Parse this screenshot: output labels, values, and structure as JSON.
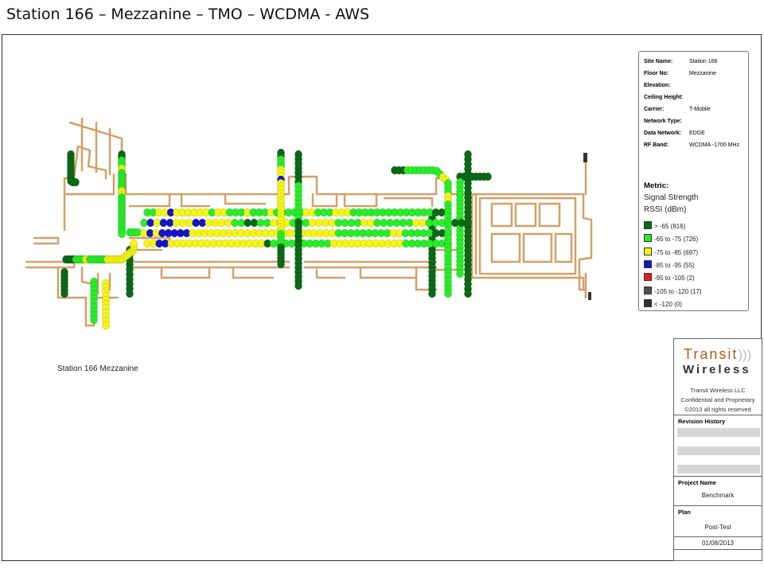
{
  "slide_title": "Station 166 – Mezzanine – TMO – WCDMA - AWS",
  "plan_caption": "Station 166 Mezzanine",
  "site_info": [
    {
      "key": "Site Name:",
      "value": "Station 166"
    },
    {
      "key": "Floor No:",
      "value": "Mezzanine"
    },
    {
      "key": "Elevation:",
      "value": ""
    },
    {
      "key": "Ceiling Height:",
      "value": ""
    },
    {
      "key": "Carrier:",
      "value": "T-Mobile"
    },
    {
      "key": "Network Type:",
      "value": ""
    },
    {
      "key": "Data Network:",
      "value": "EDGE"
    },
    {
      "key": "RF Band:",
      "value": "WCDMA -1700 MHz"
    }
  ],
  "metric": {
    "heading": "Metric:",
    "name_line1": "Signal Strength",
    "name_line2": "RSSI (dBm)"
  },
  "legend": [
    {
      "label": "> -65 (816)",
      "color": "#0b6a16"
    },
    {
      "label": "-65 to -75 (726)",
      "color": "#28ee28"
    },
    {
      "label": "-75 to -85 (697)",
      "color": "#f6f615"
    },
    {
      "label": "-85 to -95 (55)",
      "color": "#1515c8"
    },
    {
      "label": "-95 to -105 (2)",
      "color": "#ee1b1b"
    },
    {
      "label": "-105 to -120 (17)",
      "color": "#505050"
    },
    {
      "label": "< -120 (0)",
      "color": "#303030"
    }
  ],
  "title_block": {
    "logo_word1": "Transit",
    "logo_word2": "Wireless",
    "company": "Transit Wireless LLC",
    "confidential": "Confidential and Proprietary",
    "copyright": "©2013 all rights reserved",
    "revision_label": "Revision History",
    "project_label": "Project Name",
    "project_value": "Benchmark",
    "plan_label": "Plan",
    "plan_value": "Post-Test",
    "date_value": "01/08/2013"
  },
  "colors": {
    "wall": "#d4a068",
    "wall_dark": "#c08344",
    "logo_orange": "#b55a21"
  },
  "traces": [
    {
      "levels": [
        "g",
        "g",
        "y",
        "y",
        "b",
        "y",
        "y",
        "y",
        "y",
        "y",
        "y",
        "g",
        "y",
        "y",
        "g",
        "g",
        "g",
        "y",
        "g",
        "g",
        "g",
        "y",
        "g",
        "g",
        "g",
        "g",
        "g",
        "y",
        "y",
        "g",
        "g",
        "g",
        "y",
        "y",
        "y",
        "g",
        "g",
        "g",
        "g",
        "g",
        "g",
        "g",
        "g",
        "g",
        "g",
        "g",
        "g",
        "g",
        "g",
        "G",
        "G"
      ],
      "path": "r1"
    },
    {
      "levels": [
        "g",
        "b",
        "y",
        "b",
        "b",
        "y",
        "y",
        "y",
        "b",
        "b",
        "y",
        "y",
        "y",
        "y",
        "g",
        "g",
        "G",
        "G",
        "g",
        "g",
        "y",
        "y",
        "y",
        "g",
        "g",
        "g",
        "y",
        "y",
        "y",
        "y",
        "g",
        "g",
        "g",
        "g",
        "y",
        "y",
        "g",
        "g",
        "g",
        "g",
        "g",
        "g",
        "y",
        "y",
        "g",
        "g",
        "g",
        "g",
        "G",
        "G",
        "G"
      ],
      "path": "r2"
    },
    {
      "levels": [
        "y",
        "b",
        "y",
        "b",
        "b",
        "b",
        "b",
        "b",
        "y",
        "y",
        "y",
        "y",
        "y",
        "y",
        "y",
        "y",
        "y",
        "y",
        "y",
        "y",
        "y",
        "y",
        "y",
        "y",
        "y",
        "y",
        "y",
        "y",
        "y",
        "y",
        "y",
        "y",
        "g",
        "g",
        "g",
        "g",
        "g",
        "g",
        "g",
        "g",
        "g",
        "y",
        "y",
        "g",
        "g",
        "g",
        "g",
        "g",
        "G",
        "G",
        "G"
      ],
      "path": "r3"
    },
    {
      "levels": [
        "y",
        "y",
        "b",
        "b",
        "y",
        "y",
        "y",
        "y",
        "y",
        "y",
        "y",
        "y",
        "y",
        "y",
        "y",
        "y",
        "y",
        "y",
        "y",
        "y",
        "G",
        "g",
        "g",
        "g",
        "g",
        "g",
        "g",
        "g",
        "g",
        "g",
        "g",
        "y",
        "y",
        "y",
        "y",
        "y",
        "y",
        "y",
        "y",
        "y",
        "y",
        "y",
        "y",
        "g",
        "g",
        "g",
        "g",
        "g",
        "g",
        "g",
        "G"
      ],
      "path": "r4"
    },
    {
      "levels": [
        "G",
        "G",
        "G",
        "g",
        "g",
        "g",
        "g",
        "g",
        "g",
        "g",
        "g",
        "g",
        "y",
        "y",
        "g",
        "g",
        "g",
        "y",
        "y",
        "g",
        "g",
        "g",
        "g",
        "g",
        "g",
        "g",
        "g",
        "g",
        "g",
        "g",
        "g",
        "g",
        "g",
        "g",
        "g",
        "g",
        "g",
        "g",
        "g",
        "g",
        "g"
      ],
      "path": "upper"
    },
    {
      "levels": [
        "G",
        "G",
        "G",
        "g",
        "g",
        "g",
        "g",
        "y",
        "y",
        "g",
        "g",
        "g",
        "g",
        "g",
        "g",
        "g",
        "g",
        "g",
        "y",
        "y",
        "y",
        "g",
        "g",
        "g",
        "g",
        "g",
        "g",
        "g",
        "g",
        "g",
        "g",
        "g",
        "g",
        "g",
        "g",
        "g",
        "g",
        "g",
        "g",
        "g"
      ],
      "path": "v_left"
    },
    {
      "levels": [
        "G",
        "G",
        "g",
        "g",
        "g",
        "y",
        "y",
        "y",
        "b",
        "y",
        "y",
        "y",
        "y",
        "y",
        "y",
        "y",
        "y",
        "y",
        "y",
        "y",
        "y",
        "y",
        "y",
        "y",
        "g",
        "g",
        "g",
        "g",
        "G",
        "G",
        "G",
        "G",
        "G",
        "G"
      ],
      "path": "v_mid"
    },
    {
      "levels": [
        "G",
        "G",
        "G",
        "G",
        "G",
        "G",
        "G",
        "g",
        "g",
        "g",
        "g",
        "g",
        "g",
        "g",
        "g",
        "G",
        "G",
        "G",
        "G",
        "G",
        "G",
        "G",
        "G",
        "G",
        "G",
        "G",
        "G",
        "G",
        "G",
        "G"
      ],
      "path": "v_right"
    },
    {
      "levels": [
        "G",
        "G",
        "G",
        "G",
        "G",
        "g",
        "g",
        "g",
        "g",
        "g",
        "y",
        "y",
        "g",
        "g",
        "g",
        "g",
        "g",
        "g",
        "g",
        "g",
        "g",
        "y",
        "y",
        "y",
        "y",
        "y",
        "y",
        "y",
        "y",
        "y",
        "y",
        "y",
        "y",
        "y",
        "y",
        "y",
        "y",
        "y",
        "y",
        "y"
      ],
      "path": "lower_left"
    }
  ]
}
